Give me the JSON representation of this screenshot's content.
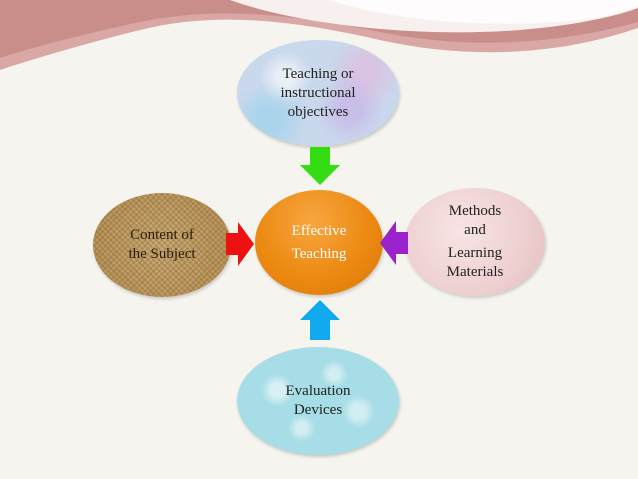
{
  "nodes": {
    "top": {
      "lines": [
        "Teaching or",
        "instructional",
        "objectives"
      ]
    },
    "center": {
      "lines": [
        "Effective",
        "Teaching"
      ]
    },
    "right": {
      "lines": [
        "Methods",
        "and",
        "Learning",
        "Materials"
      ]
    },
    "left": {
      "lines": [
        "Content of",
        "the Subject"
      ]
    },
    "bottom": {
      "lines": [
        "Evaluation",
        "Devices"
      ]
    }
  },
  "colors": {
    "center_fill": "#ec8a12",
    "arrow_top": "#33dd11",
    "arrow_left": "#ee1111",
    "arrow_right": "#9922cc",
    "arrow_bottom": "#11aaee",
    "banner": "#d9a7a4"
  }
}
